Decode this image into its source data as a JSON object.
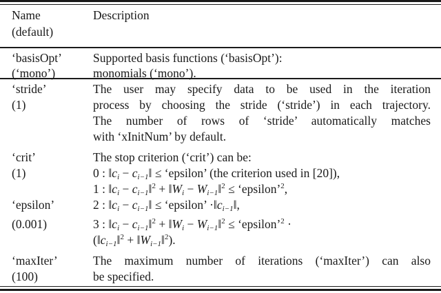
{
  "table": {
    "header": {
      "name_line1": "Name",
      "name_line2": "(default)",
      "description": "Description"
    },
    "rows": [
      {
        "name": "‘basisOpt’",
        "default": "(‘mono’)",
        "lines": [
          "Supported basis functions (‘basisOpt’):",
          "monomials (‘mono’)."
        ]
      },
      {
        "name": "‘stride’",
        "default": "(1)",
        "lines": [
          "The user may specify data to be used in the iteration",
          "process by choosing the stride (‘stride’) in each trajectory.",
          "The number of rows of ‘stride’ automatically matches",
          "with ‘xInitNum’ by default."
        ]
      },
      {
        "name": "‘crit’",
        "default": "(1)",
        "lines": [
          "The stop criterion (‘crit’) can be:",
          "0 : ‖c_i − c_{i−1}‖ ≤ ‘epsilon’ (the criterion used in [20]),",
          "1 : ‖c_i − c_{i−1}‖² + ‖W_i − W_{i−1}‖² ≤ ‘epsilon’²,",
          "2 : ‖c_i − c_{i−1}‖ ≤ ‘epsilon’ ·‖c_{i−1}‖,",
          "3 : ‖c_i − c_{i−1}‖² + ‖W_i − W_{i−1}‖² ≤ ‘epsilon’² ·",
          "(‖c_{i−1}‖² + ‖W_{i−1}‖²)."
        ]
      },
      {
        "name": "‘epsilon’",
        "default": "(0.001)"
      },
      {
        "name": "‘maxIter’",
        "default": "(100)",
        "lines": [
          "The maximum number of iterations (‘maxIter’) can also",
          "be specified."
        ]
      }
    ],
    "math": {
      "crit0_prefix": "0 : ‖",
      "crit0_suffix": " ≤ ‘epsilon’ (the criterion used in [20]),",
      "crit1_prefix": "1 : ‖",
      "crit1_suffix": " ≤ ‘epsilon’",
      "crit2_prefix": "2 : ‖",
      "crit2_mid": " ≤ ‘epsilon’ ·‖",
      "crit3_prefix": "3 : ‖",
      "crit3_suffix": " ≤ ‘epsilon’",
      "crit3_dot": " ·",
      "c": "c",
      "W": "W",
      "i": "i",
      "im1": "i−1",
      "minus": " − ",
      "plus": " + ",
      "sq": "2",
      "norm": "‖",
      "comma": ",",
      "open_paren": "(‖",
      "close": ").",
      "close_norm_comma": "‖,"
    }
  }
}
